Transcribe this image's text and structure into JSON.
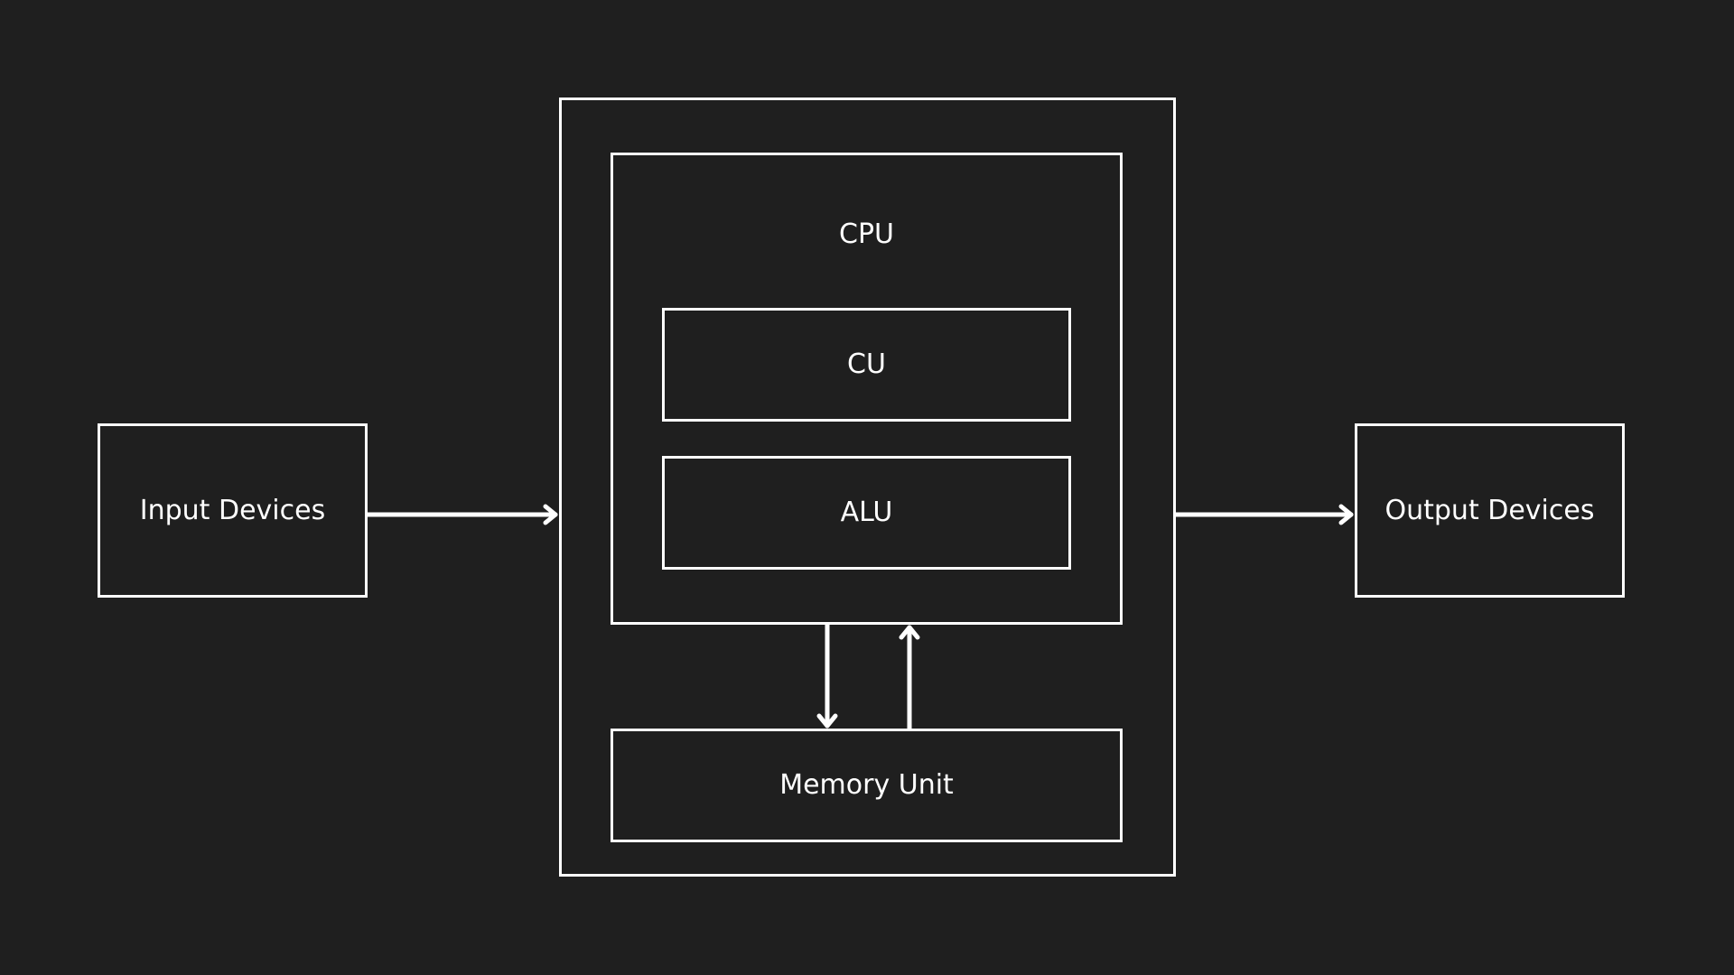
{
  "diagram": {
    "title": "Computer architecture block diagram",
    "colors": {
      "background": "#1f1f1f",
      "stroke": "#ffffff",
      "text": "#ffffff"
    },
    "nodes": {
      "input": {
        "label": "Input Devices"
      },
      "system": {
        "label": ""
      },
      "cpu": {
        "label": "CPU"
      },
      "cu": {
        "label": "CU"
      },
      "alu": {
        "label": "ALU"
      },
      "memory": {
        "label": "Memory Unit"
      },
      "output": {
        "label": "Output Devices"
      }
    },
    "edges": [
      {
        "from": "input",
        "to": "system"
      },
      {
        "from": "system",
        "to": "output"
      },
      {
        "from": "cpu",
        "to": "memory"
      },
      {
        "from": "memory",
        "to": "cpu"
      }
    ]
  }
}
